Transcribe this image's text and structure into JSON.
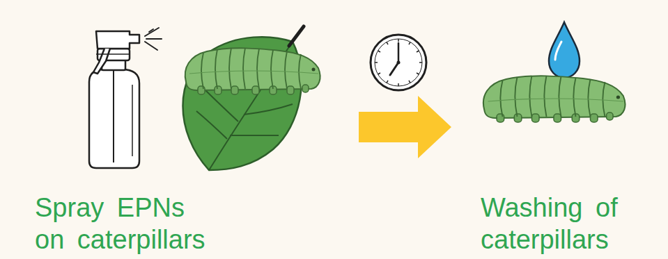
{
  "diagram": {
    "nodes": [
      {
        "text": [
          "Spray EPNs on caterpillars"
        ]
      },
      {
        "text": [
          "Washing of caterpillars"
        ]
      }
    ],
    "edges": [
      {
        "from": 0,
        "to": 1,
        "arrow": "to"
      }
    ]
  }
}
